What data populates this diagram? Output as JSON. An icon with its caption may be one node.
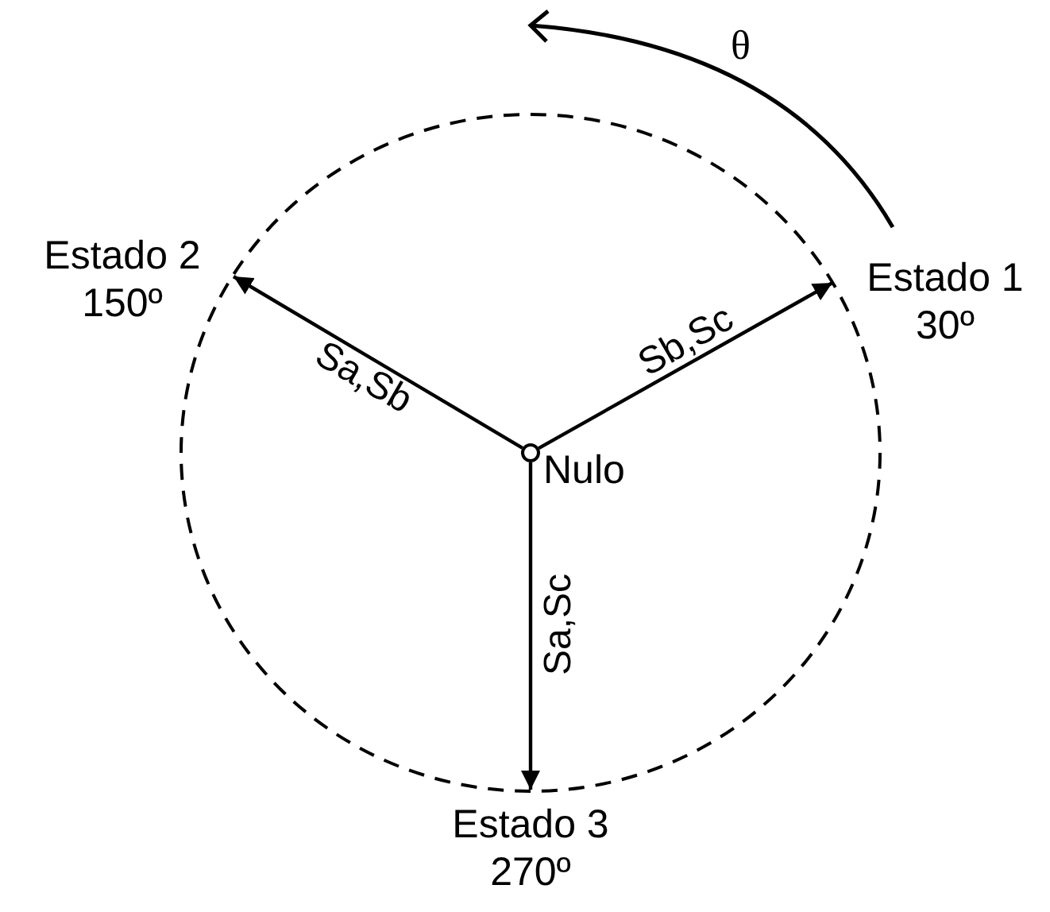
{
  "diagram": {
    "nodes": [
      {
        "text": [
          "Nulo"
        ]
      },
      {
        "text": [
          "Estado 1",
          "30º"
        ]
      },
      {
        "text": [
          "Estado 2",
          "150º"
        ]
      },
      {
        "text": [
          "Estado 3",
          "270º"
        ]
      }
    ],
    "edges": [
      {
        "from": 0,
        "to": 1,
        "arrow": "to",
        "label": "Sb,Sc"
      },
      {
        "from": 0,
        "to": 2,
        "arrow": "to",
        "label": "Sa,Sb"
      },
      {
        "from": 0,
        "to": 3,
        "arrow": "to",
        "label": "Sa,Sc"
      }
    ],
    "labels": [
      "θ"
    ]
  }
}
